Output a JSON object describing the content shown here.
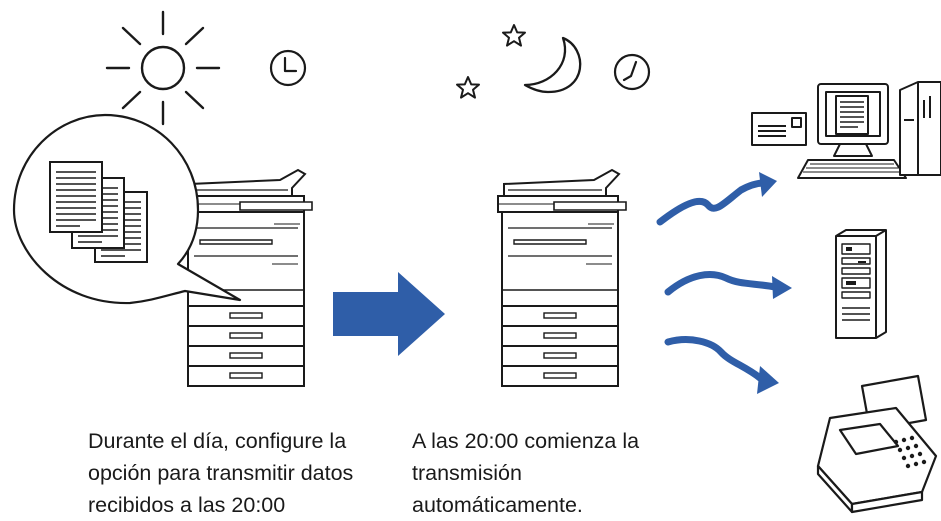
{
  "captions": {
    "daytime": [
      "Durante el día, configure la",
      "opción para transmitir datos",
      "recibidos a las 20:00"
    ],
    "night": [
      "A las 20:00 comienza la",
      "transmisión",
      "automáticamente."
    ]
  },
  "icons": {
    "day": [
      "sun-icon",
      "clock-icon"
    ],
    "night": [
      "star-icon",
      "moon-icon",
      "clock-icon"
    ],
    "destinations": [
      "computer-icon",
      "server-icon",
      "fax-icon"
    ]
  },
  "colors": {
    "arrow": "#2f5ea8",
    "line": "#1a1a1a",
    "background": "#ffffff"
  }
}
